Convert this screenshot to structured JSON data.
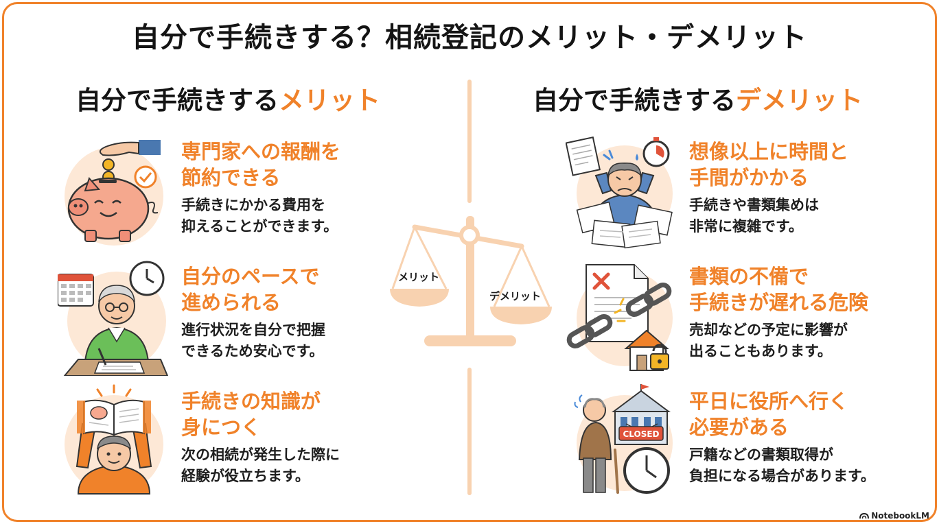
{
  "title": "自分で手続きする？相続登記のメリット・デメリット",
  "merits": {
    "title_prefix": "自分で手続きする",
    "title_accent": "メリット",
    "items": [
      {
        "icon": "piggy-bank-icon",
        "heading_lines": [
          "専門家への報酬を",
          "節約できる"
        ],
        "desc_lines": [
          "手続きにかかる費用を",
          "抑えることができます。"
        ]
      },
      {
        "icon": "elder-writing-icon",
        "heading_lines": [
          "自分のペースで",
          "進められる"
        ],
        "desc_lines": [
          "進行状況を自分で把握",
          "できるため安心です。"
        ]
      },
      {
        "icon": "reading-book-icon",
        "heading_lines": [
          "手続きの知識が",
          "身につく"
        ],
        "desc_lines": [
          "次の相続が発生した際に",
          "経験が役立ちます。"
        ]
      }
    ]
  },
  "demerits": {
    "title_prefix": "自分で手続きする",
    "title_accent": "デメリット",
    "items": [
      {
        "icon": "stressed-person-icon",
        "heading_lines": [
          "想像以上に時間と",
          "手間がかかる"
        ],
        "desc_lines": [
          "手続きや書類集めは",
          "非常に複雑です。"
        ]
      },
      {
        "icon": "broken-chain-document-icon",
        "heading_lines": [
          "書類の不備で",
          "手続きが遅れる危険"
        ],
        "desc_lines": [
          "売却などの予定に影響が",
          "出ることもあります。"
        ]
      },
      {
        "icon": "closed-office-icon",
        "heading_lines": [
          "平日に役所へ行く",
          "必要がある"
        ],
        "desc_lines": [
          "戸籍などの書類取得が",
          "負担になる場合があります。"
        ]
      }
    ]
  },
  "scale": {
    "icon": "balance-scale-icon",
    "left_label": "メリット",
    "right_label": "デメリット"
  },
  "illustration_text": {
    "closed_sign": "CLOSED"
  },
  "watermark": "NotebookLM",
  "colors": {
    "accent": "#f0822a",
    "light_accent": "#f8d2b0",
    "circle_bg": "#fde8d6",
    "text": "#1e1e1e"
  }
}
